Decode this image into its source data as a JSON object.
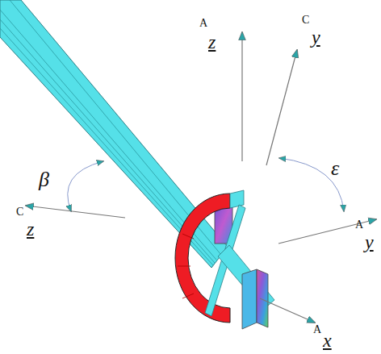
{
  "diagram": {
    "labels": [
      "A",
      "z",
      "C",
      "y",
      "ε",
      "β",
      "C",
      "z",
      "A",
      "y",
      "A",
      "x"
    ]
  }
}
